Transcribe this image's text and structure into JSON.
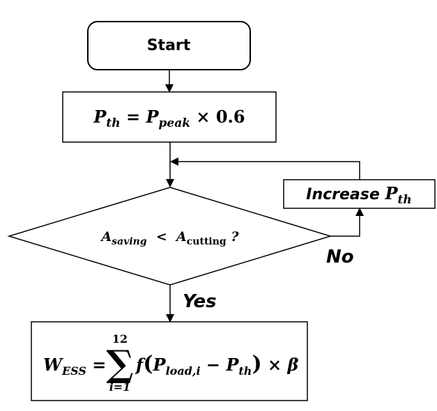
{
  "start": {
    "label": "Start"
  },
  "threshold": {
    "p": "P",
    "th_sub": "th",
    "eq": " = ",
    "peak_sub": "peak",
    "times": " × ",
    "factor": "0.6"
  },
  "increase": {
    "text": "Increase ",
    "p": "P",
    "th_sub": "th"
  },
  "decision": {
    "a1": "A",
    "saving_sub": "saving",
    "lt": "  <  ",
    "a2": "A",
    "cutting_sub": "cutting",
    "q": " ?"
  },
  "branches": {
    "no": "No",
    "yes": "Yes"
  },
  "formula": {
    "w": "W",
    "ess_sub": "ESS",
    "eq": " = ",
    "upper": "12",
    "sigma": "∑",
    "lower": "i=1",
    "f": "f",
    "lparen": "(",
    "p1": "P",
    "load_sub": "load,i",
    "minus": " − ",
    "p2": "P",
    "th_sub": "th",
    "rparen": ")",
    "times": " × ",
    "beta": "β"
  }
}
